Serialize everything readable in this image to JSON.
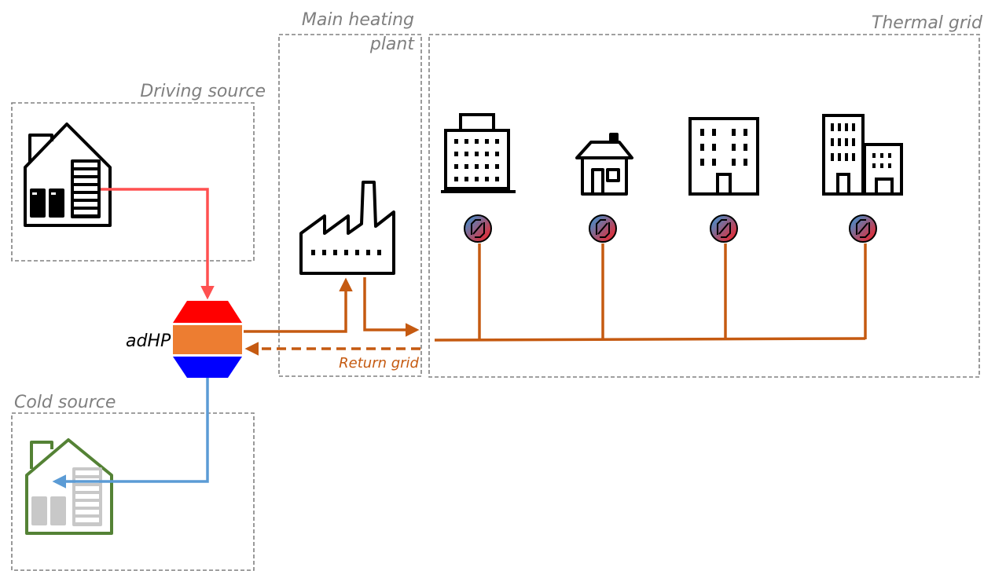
{
  "labels": {
    "driving_source": "Driving source",
    "cold_source": "Cold source",
    "main_heating_plant_line1": "Main heating",
    "main_heating_plant_line2": "plant",
    "thermal_grid": "Thermal grid",
    "adhp": "adHP",
    "return_grid": "Return grid"
  },
  "colors": {
    "hot_pipe": "#ff5050",
    "cold_pipe": "#5b9bd5",
    "grid_pipe": "#c55a11",
    "adhp_top": "#ff0000",
    "adhp_middle": "#ed7d31",
    "adhp_bottom": "#0000ff",
    "cold_building": "#548235",
    "box_border": "#808080"
  },
  "icons": {
    "driving_source": "data-center-icon",
    "cold_source": "faded-data-center-icon",
    "main_heating_plant": "factory-icon",
    "adhp": "adsorption-heat-pump-icon",
    "substation": "heat-exchanger-icon",
    "buildings": [
      "office-tower-icon",
      "house-icon",
      "apartment-building-icon",
      "mixed-buildings-icon"
    ]
  }
}
